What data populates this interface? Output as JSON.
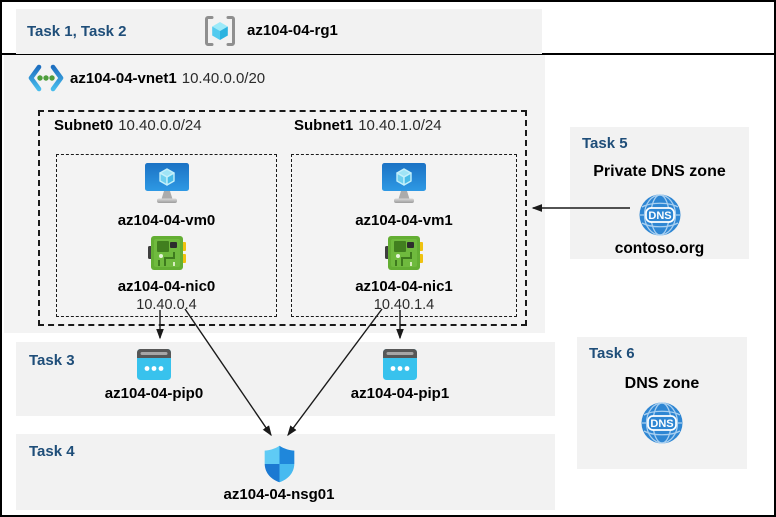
{
  "colors": {
    "task_label_blue": "#1F4E79",
    "panel_background": "#F2F2F2",
    "vnet_background": "#F3F3F3",
    "azure_blue": "#2E86D3",
    "vm_monitor_blue": "#1B72C4",
    "nic_green": "#6FBA3E",
    "nic_tab_yellow": "#EFC20F",
    "pip_cyan": "#38C2ED",
    "shield_light_blue": "#5FCBF5",
    "shield_dark_blue": "#1F87DB",
    "rg_cube_cyan": "#53CBEF"
  },
  "header": {
    "task_label": "Task 1, Task 2",
    "resource_group_name": "az104-04-rg1"
  },
  "vnet": {
    "name": "az104-04-vnet1",
    "cidr": "10.40.0.0/20",
    "subnets": [
      {
        "name": "Subnet0",
        "cidr": "10.40.0.0/24",
        "vm_name": "az104-04-vm0",
        "nic_name": "az104-04-nic0",
        "nic_ip": "10.40.0.4"
      },
      {
        "name": "Subnet1",
        "cidr": "10.40.1.0/24",
        "vm_name": "az104-04-vm1",
        "nic_name": "az104-04-nic1",
        "nic_ip": "10.40.1.4"
      }
    ]
  },
  "task3": {
    "task_label": "Task 3",
    "pip0_name": "az104-04-pip0",
    "pip1_name": "az104-04-pip1"
  },
  "task4": {
    "task_label": "Task 4",
    "nsg_name": "az104-04-nsg01"
  },
  "task5": {
    "task_label": "Task 5",
    "title": "Private DNS zone",
    "zone_name": "contoso.org"
  },
  "task6": {
    "task_label": "Task 6",
    "title": "DNS zone"
  },
  "icons": {
    "dns_label": "DNS",
    "names": [
      "resource-group-icon",
      "virtual-network-icon",
      "virtual-machine-icon",
      "network-interface-icon",
      "public-ip-icon",
      "dns-zone-icon",
      "nsg-shield-icon"
    ]
  }
}
